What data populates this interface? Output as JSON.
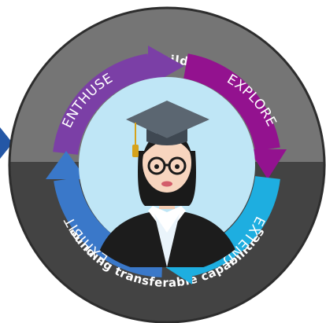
{
  "outer_ring": {
    "top_text": "Preparing to build capabilities",
    "bottom_text": "Building transferable capabilities"
  },
  "stages": [
    {
      "label": "ENTHUSE",
      "color": "#7b3fa6"
    },
    {
      "label": "EXPLORE",
      "color": "#93128f"
    },
    {
      "label": "EXTEND",
      "color": "#1eaee0"
    },
    {
      "label": "EXHIBIT",
      "color": "#3a78c9"
    }
  ],
  "colors": {
    "ring_top": "#757575",
    "ring_bottom": "#434343",
    "center": "#bfe6f6",
    "pointer": "#2457a6"
  }
}
